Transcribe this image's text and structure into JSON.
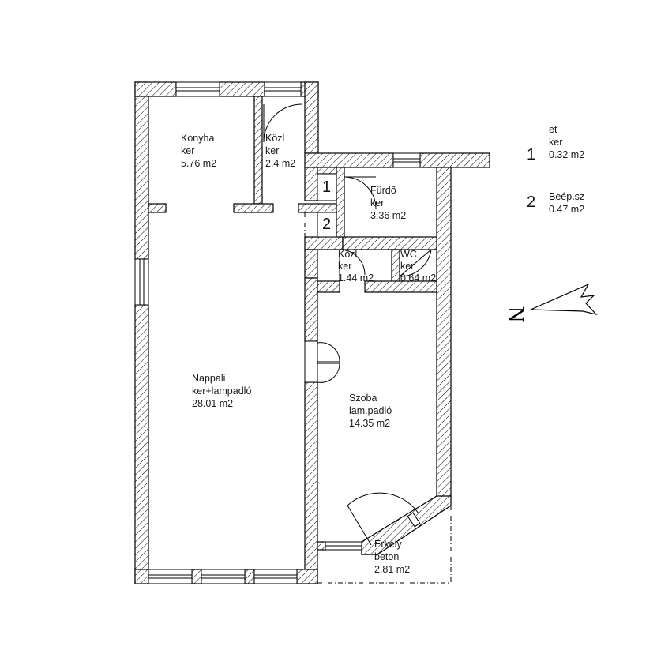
{
  "rooms": [
    {
      "name": "Konyha",
      "floor": "ker",
      "area": "5.76 m2"
    },
    {
      "name": "Közl",
      "floor": "ker",
      "area": "2.4 m2"
    },
    {
      "name": "Fürdõ",
      "floor": "ker",
      "area": "3.36 m2"
    },
    {
      "name": "Közl",
      "floor": "ker",
      "area": "1.44 m2"
    },
    {
      "name": "WC",
      "floor": "ker",
      "area": "0.64 m2"
    },
    {
      "name": "Nappali",
      "floor": "ker+lampadló",
      "area": "28.01 m2"
    },
    {
      "name": "Szoba",
      "floor": "lam.padló",
      "area": "14.35 m2"
    },
    {
      "name": "Erkély",
      "floor": "beton",
      "area": "2.81 m2"
    }
  ],
  "markers": [
    "1",
    "2"
  ],
  "legend": [
    {
      "num": "1",
      "name": "et",
      "floor": "ker",
      "area": "0.32 m2"
    },
    {
      "num": "2",
      "name": "Beép.sz",
      "floor": "",
      "area": "0.47 m2"
    }
  ],
  "north": {
    "letter": "N"
  }
}
